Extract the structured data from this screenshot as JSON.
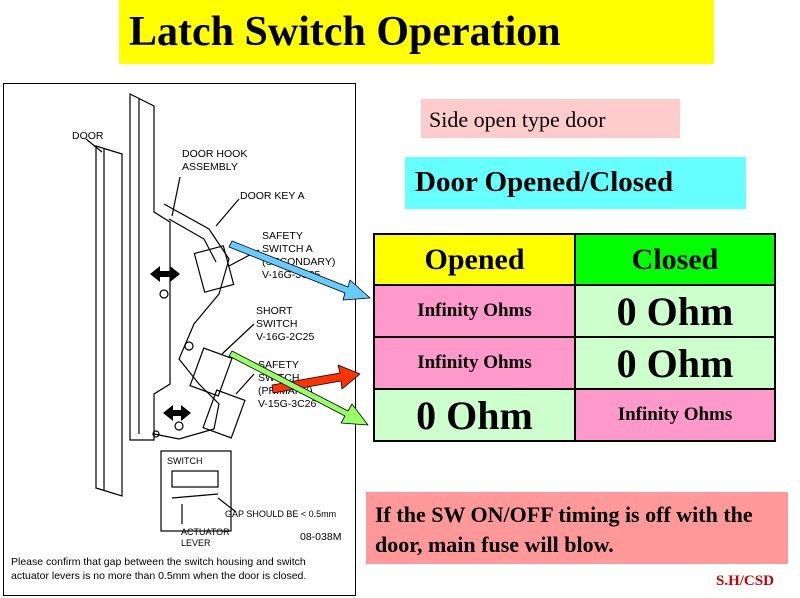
{
  "title": "Latch Switch Operation",
  "side_label": "Side open type door",
  "state_heading": "Door Opened/Closed",
  "table": {
    "headers": [
      "Opened",
      "Closed"
    ],
    "rows": [
      [
        "Infinity Ohms",
        "0 Ohm"
      ],
      [
        "Infinity Ohms",
        "0 Ohm"
      ],
      [
        "0 Ohm",
        "Infinity Ohms"
      ]
    ]
  },
  "note": "If the SW ON/OFF timing is off with the door,  main fuse will blow.",
  "credit": "S.H/CSD",
  "diagram": {
    "door": "DOOR",
    "door_hook_1": "DOOR HOOK",
    "door_hook_2": "ASSEMBLY",
    "door_key": "DOOR KEY A",
    "safety_a_1": "SAFETY",
    "safety_a_2": "SWITCH A",
    "safety_a_3": "(SECONDARY)",
    "safety_a_4": "V-16G-3C25",
    "short_1": "SHORT",
    "short_2": "SWITCH",
    "short_3": "V-16G-2C25",
    "safety_b_1": "SAFETY",
    "safety_b_2": "SWITCH",
    "safety_b_3": "(PRIMARY)",
    "safety_b_4": "V-15G-3C26",
    "switch": "SWITCH",
    "gap": "GAP SHOULD BE < 0.5mm",
    "actuator_1": "ACTUATOR",
    "actuator_2": "LEVER",
    "figure_code": "08-038M",
    "caption_1": "Please confirm that gap between the switch housing and switch",
    "caption_2": "actuator levers is no more than 0.5mm when the door is closed."
  },
  "colors": {
    "title_bg": "#ffff00",
    "side_bg": "#ffcccc",
    "heading_bg": "#66ffff",
    "opened_bg": "#ffff00",
    "closed_bg": "#00ff00",
    "pink_cell": "#ff99cc",
    "green_cell": "#ccffcc",
    "note_bg": "#ff9999",
    "credit": "#cc0000",
    "arrow_a": "#66ccff",
    "arrow_short": "#ff3300",
    "arrow_b": "#99ff66"
  }
}
